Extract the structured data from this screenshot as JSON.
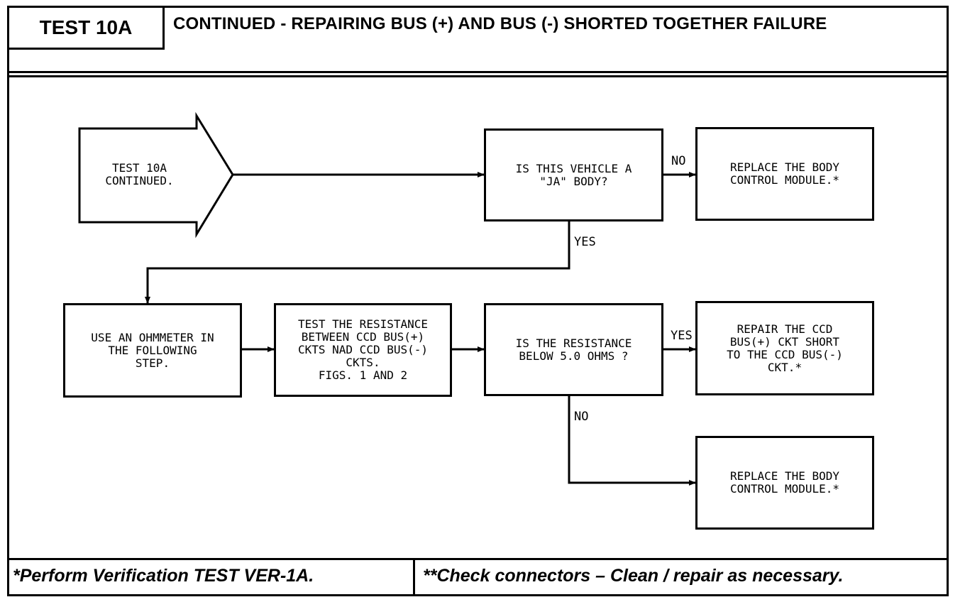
{
  "header": {
    "test_id": "TEST 10A",
    "title": "CONTINUED - REPAIRING BUS (+) AND BUS (-) SHORTED TOGETHER FAILURE"
  },
  "flowchart": {
    "start": "TEST 10A\nCONTINUED.",
    "q_body": "IS THIS VEHICLE A\n\"JA\" BODY?",
    "replace_bcm_1": "REPLACE THE BODY\nCONTROL MODULE.*",
    "use_ohmmeter": "USE AN OHMMETER IN\nTHE FOLLOWING\nSTEP.",
    "test_resistance": "TEST THE RESISTANCE\nBETWEEN CCD BUS(+)\nCKTS NAD CCD BUS(-)\nCKTS.\nFIGS. 1 AND 2",
    "q_resistance": "IS THE RESISTANCE\nBELOW 5.0 OHMS ?",
    "repair_short": "REPAIR THE CCD\nBUS(+) CKT SHORT\nTO THE CCD BUS(-)\nCKT.*",
    "replace_bcm_2": "REPLACE THE BODY\nCONTROL MODULE.*",
    "labels": {
      "no_1": "NO",
      "yes_1": "YES",
      "yes_2": "YES",
      "no_2": "NO"
    }
  },
  "footer": {
    "left": "*Perform Verification TEST VER-1A.",
    "right": "**Check connectors – Clean / repair as necessary."
  }
}
